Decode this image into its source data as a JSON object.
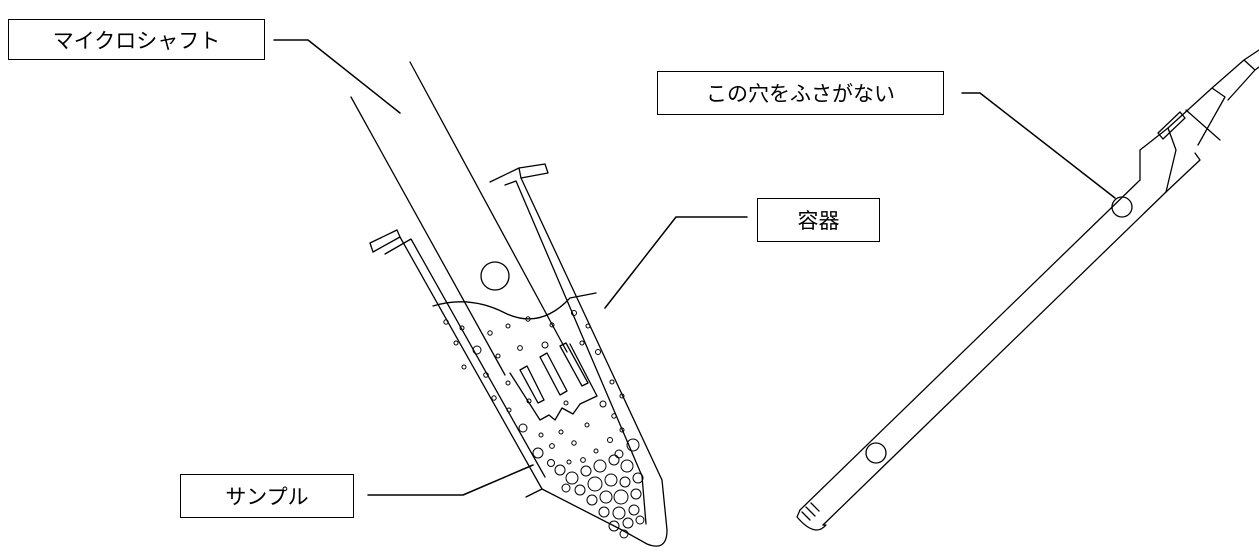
{
  "labels": {
    "microshaft": "マイクロシャフト",
    "do_not_block_hole": "この穴をふさがない",
    "container": "容器",
    "sample": "サンプル"
  },
  "colors": {
    "line": "#000000",
    "background": "#ffffff"
  }
}
